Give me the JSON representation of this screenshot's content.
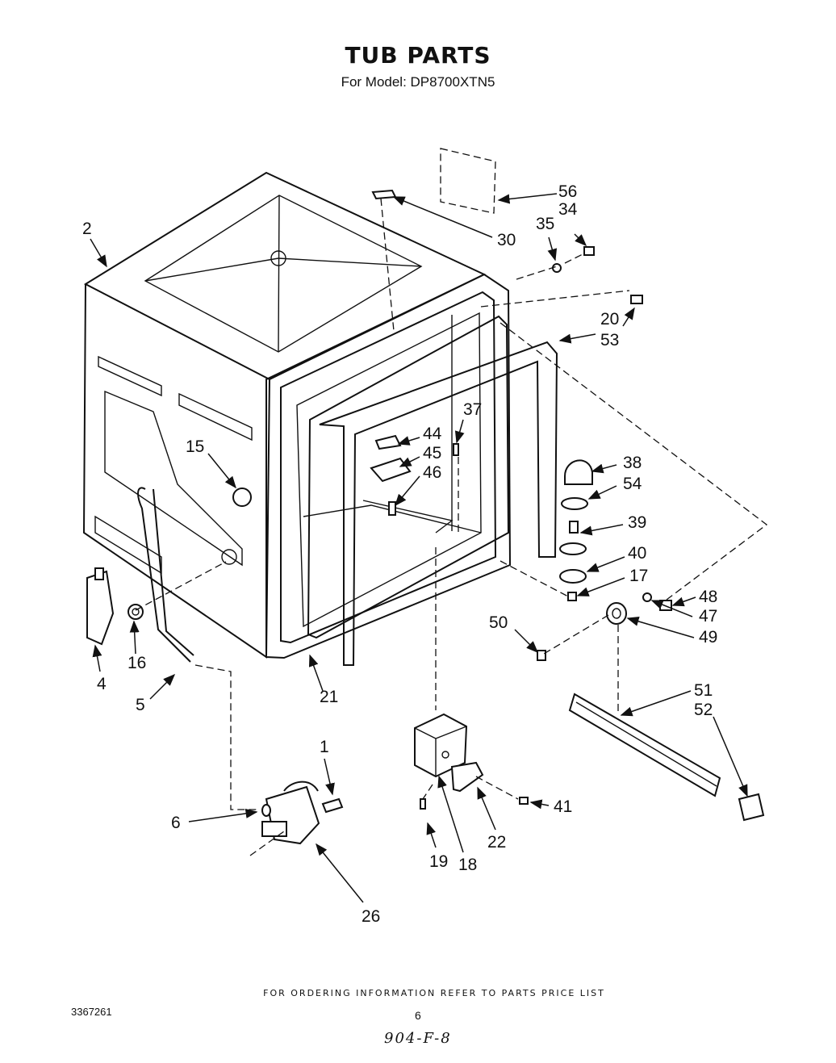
{
  "header": {
    "title": "TUB PARTS",
    "subtitle": "For Model: DP8700XTN5"
  },
  "callouts": {
    "p1": "1",
    "p2": "2",
    "p4": "4",
    "p5": "5",
    "p6": "6",
    "p15": "15",
    "p16": "16",
    "p17": "17",
    "p18": "18",
    "p19": "19",
    "p20": "20",
    "p21": "21",
    "p22": "22",
    "p26": "26",
    "p30": "30",
    "p34": "34",
    "p35": "35",
    "p37": "37",
    "p38": "38",
    "p39": "39",
    "p40": "40",
    "p41": "41",
    "p44": "44",
    "p45": "45",
    "p46": "46",
    "p47": "47",
    "p48": "48",
    "p49": "49",
    "p50": "50",
    "p51": "51",
    "p52": "52",
    "p53": "53",
    "p54": "54",
    "p56": "56"
  },
  "footer": {
    "note": "FOR ORDERING INFORMATION REFER TO PARTS PRICE LIST",
    "doc_number": "3367261",
    "page_number": "6",
    "handwritten": "904-F-8"
  }
}
